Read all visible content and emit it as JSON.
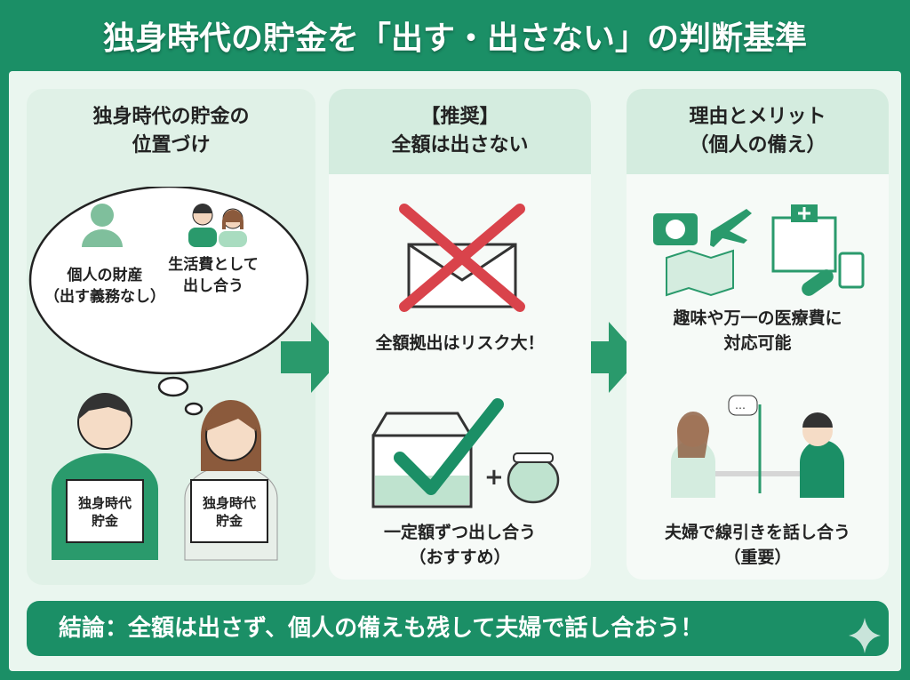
{
  "title": "独身時代の貯金を「出す・出さない」の判断基準",
  "columns": [
    {
      "heading": [
        "独身時代の貯金の",
        "位置づけ"
      ],
      "bubble": {
        "left": [
          "個人の財産",
          "（出す義務なし）"
        ],
        "right": [
          "生活費として",
          "出し合う"
        ]
      },
      "box_label": [
        "独身時代",
        "貯金"
      ]
    },
    {
      "heading": [
        "【推奨】",
        "全額は出さない"
      ],
      "caption_top": "全額拠出はリスク大！",
      "caption_bottom": [
        "一定額ずつ出し合う",
        "（おすすめ）"
      ]
    },
    {
      "heading": [
        "理由とメリット",
        "（個人の備え）"
      ],
      "caption_top": [
        "趣味や万一の医療費に",
        "対応可能"
      ],
      "caption_bottom": [
        "夫婦で線引きを話し合う",
        "（重要）"
      ]
    }
  ],
  "conclusion": "結論：全額は出さず、個人の備えも残して夫婦で話し合おう！",
  "colors": {
    "brand": "#1b8f66",
    "panel": "#eaf6ef",
    "head": "#d4ecdf",
    "cross": "#d9434b"
  }
}
